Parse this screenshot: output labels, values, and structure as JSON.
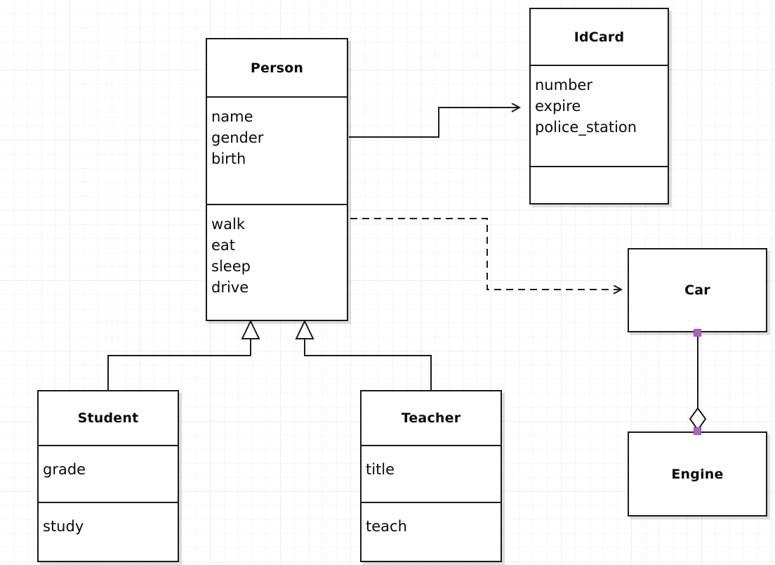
{
  "diagram": {
    "type": "uml-class-diagram",
    "background": "#ffffff",
    "grid_color": "#efefef",
    "line_color": "#1a1a1a",
    "handle_color": "#ab62c4",
    "classes": [
      {
        "id": "person",
        "name": "Person",
        "attributes": [
          "name",
          "gender",
          "birth"
        ],
        "operations": [
          "walk",
          "eat",
          "sleep",
          "drive"
        ]
      },
      {
        "id": "idcard",
        "name": "IdCard",
        "attributes": [
          "number",
          "expire",
          "police_station"
        ],
        "operations": []
      },
      {
        "id": "student",
        "name": "Student",
        "attributes": [
          "grade"
        ],
        "operations": [
          "study"
        ]
      },
      {
        "id": "teacher",
        "name": "Teacher",
        "attributes": [
          "title"
        ],
        "operations": [
          "teach"
        ]
      },
      {
        "id": "car",
        "name": "Car",
        "attributes": [],
        "operations": []
      },
      {
        "id": "engine",
        "name": "Engine",
        "attributes": [],
        "operations": []
      }
    ],
    "relationships": [
      {
        "id": "person-idcard",
        "kind": "association",
        "from": "Person",
        "to": "IdCard",
        "line": "solid",
        "arrowhead": "open-arrow"
      },
      {
        "id": "person-car",
        "kind": "dependency",
        "from": "Person",
        "to": "Car",
        "line": "dashed",
        "arrowhead": "open-arrow"
      },
      {
        "id": "student-person",
        "kind": "generalization",
        "from": "Student",
        "to": "Person",
        "line": "solid",
        "arrowhead": "hollow-triangle"
      },
      {
        "id": "teacher-person",
        "kind": "generalization",
        "from": "Teacher",
        "to": "Person",
        "line": "solid",
        "arrowhead": "hollow-triangle"
      },
      {
        "id": "car-engine",
        "kind": "aggregation",
        "from": "Car",
        "to": "Engine",
        "line": "solid",
        "arrowhead": "hollow-diamond",
        "selected": true
      }
    ]
  }
}
